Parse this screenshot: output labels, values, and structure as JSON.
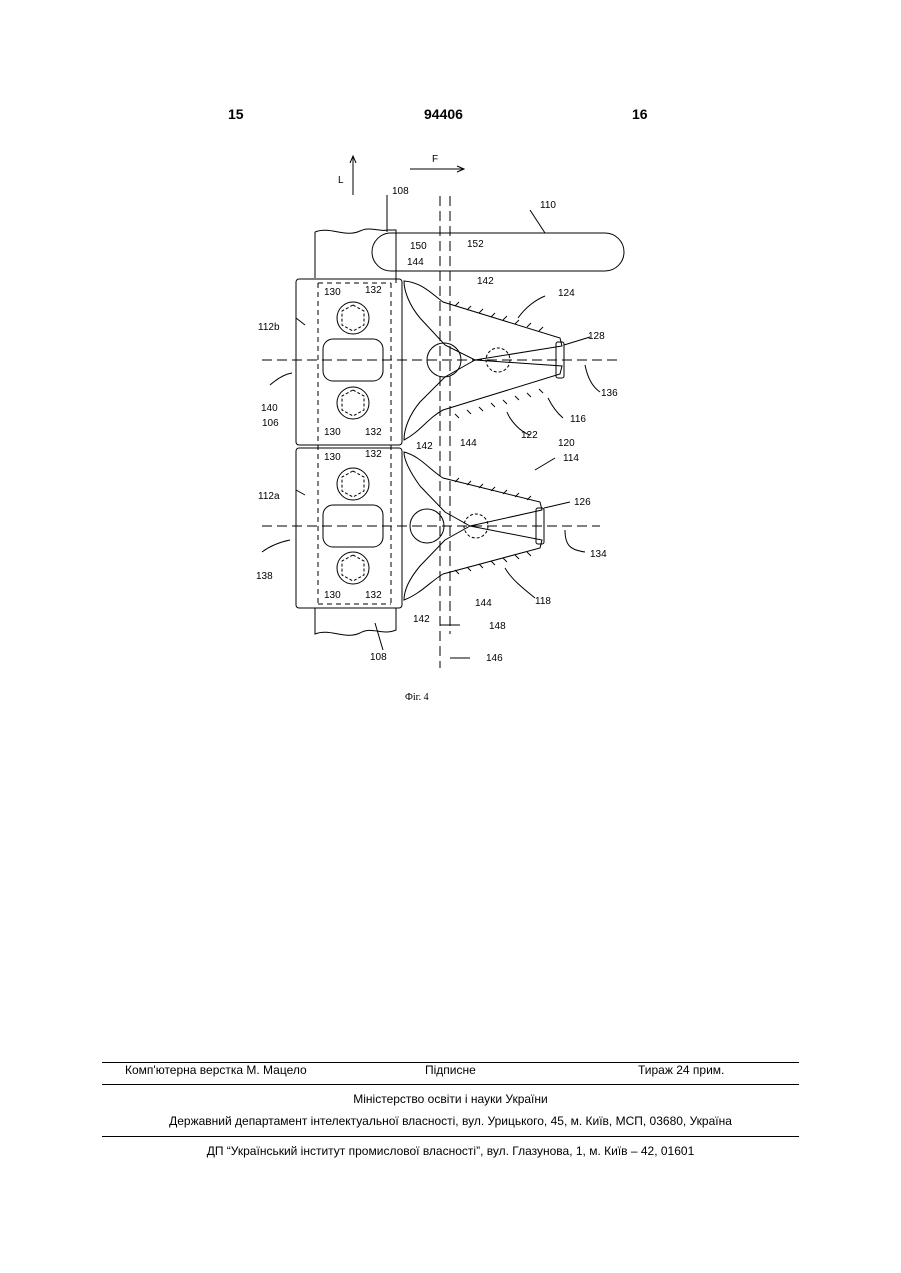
{
  "header": {
    "page_left": "15",
    "patent_number": "94406",
    "page_right": "16"
  },
  "figure": {
    "caption": "Фіг. 4",
    "labels": {
      "L": "L",
      "F": "F",
      "l108a": "108",
      "l108b": "108",
      "l110": "110",
      "l150": "150",
      "l152": "152",
      "l144a": "144",
      "l142a": "142",
      "l124": "124",
      "l128": "128",
      "l136": "136",
      "l116": "116",
      "l122": "122",
      "l120": "120",
      "l114": "114",
      "l142b": "142",
      "l144b": "144",
      "l126": "126",
      "l134": "134",
      "l118": "118",
      "l144c": "144",
      "l142c": "142",
      "l148": "148",
      "l146": "146",
      "l112b": "112b",
      "l140": "140",
      "l106": "106",
      "l112a": "112a",
      "l138": "138",
      "l130a": "130",
      "l132a": "132",
      "l130b": "130",
      "l132b": "132",
      "l130c": "130",
      "l132c": "132",
      "l130d": "130",
      "l132d": "132"
    }
  },
  "footer": {
    "compiled_by": "Комп'ютерна верстка М. Мацело",
    "signed": "Підписне",
    "circulation": "Тираж 24 прим.",
    "ministry": "Міністерство освіти і науки України",
    "department": "Державний департамент інтелектуальної власності, вул. Урицького, 45, м. Київ, МСП, 03680, Україна",
    "institute": "ДП “Український інститут промислової власності”, вул. Глазунова, 1, м. Київ – 42, 01601"
  }
}
